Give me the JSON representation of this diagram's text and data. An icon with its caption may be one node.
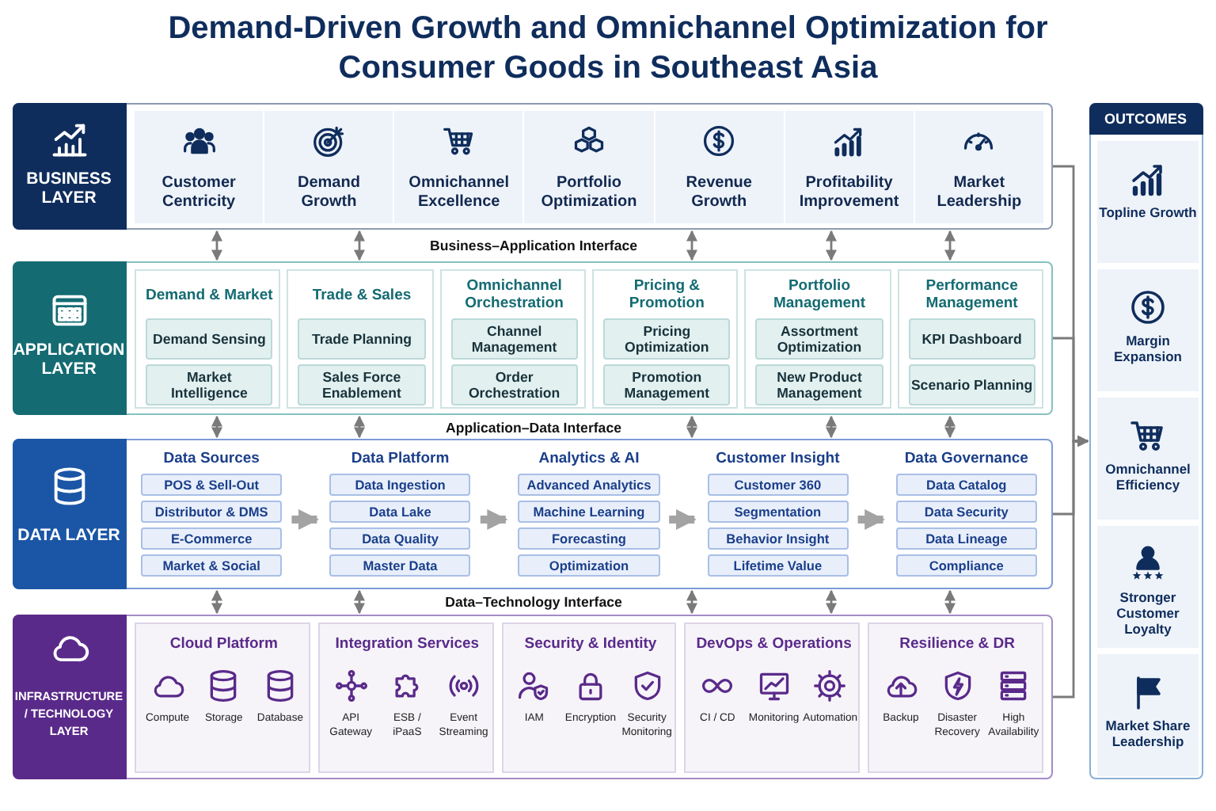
{
  "diagram": {
    "title": "Demand-Driven Growth and Omnichannel Optimization for Consumer Goods in Southeast Asia",
    "nodes": [
      {
        "text": [
          "BUSINESS LAYER"
        ]
      },
      {
        "text": [
          "Customer Centricity"
        ],
        "in": 0
      },
      {
        "text": [
          "Demand Growth"
        ],
        "in": 0
      },
      {
        "text": [
          "Omnichannel Excellence"
        ],
        "in": 0
      },
      {
        "text": [
          "Portfolio Optimization"
        ],
        "in": 0
      },
      {
        "text": [
          "Revenue Growth"
        ],
        "in": 0
      },
      {
        "text": [
          "Profitability Improvement"
        ],
        "in": 0
      },
      {
        "text": [
          "Market Leadership"
        ],
        "in": 0
      },
      {
        "text": [
          "APPLICATION LAYER"
        ]
      },
      {
        "text": [
          "Demand & Market"
        ],
        "in": 8
      },
      {
        "text": [
          "Demand Sensing"
        ],
        "in": 9
      },
      {
        "text": [
          "Market Intelligence"
        ],
        "in": 9
      },
      {
        "text": [
          "Trade & Sales"
        ],
        "in": 8
      },
      {
        "text": [
          "Trade Planning"
        ],
        "in": 12
      },
      {
        "text": [
          "Sales Force Enablement"
        ],
        "in": 12
      },
      {
        "text": [
          "Omnichannel Orchestration"
        ],
        "in": 8
      },
      {
        "text": [
          "Channel Management"
        ],
        "in": 15
      },
      {
        "text": [
          "Order Orchestration"
        ],
        "in": 15
      },
      {
        "text": [
          "Pricing & Promotion"
        ],
        "in": 8
      },
      {
        "text": [
          "Pricing Optimization"
        ],
        "in": 18
      },
      {
        "text": [
          "Promotion Management"
        ],
        "in": 18
      },
      {
        "text": [
          "Portfolio Management"
        ],
        "in": 8
      },
      {
        "text": [
          "Assortment Optimization"
        ],
        "in": 21
      },
      {
        "text": [
          "New Product Management"
        ],
        "in": 21
      },
      {
        "text": [
          "Performance Management"
        ],
        "in": 8
      },
      {
        "text": [
          "KPI Dashboard"
        ],
        "in": 24
      },
      {
        "text": [
          "Scenario Planning"
        ],
        "in": 24
      },
      {
        "text": [
          "DATA LAYER"
        ]
      },
      {
        "text": [
          "Data Sources"
        ],
        "in": 27
      },
      {
        "text": [
          "POS & Sell-Out"
        ],
        "in": 28
      },
      {
        "text": [
          "Distributor & DMS"
        ],
        "in": 28
      },
      {
        "text": [
          "E-Commerce"
        ],
        "in": 28
      },
      {
        "text": [
          "Market & Social"
        ],
        "in": 28
      },
      {
        "text": [
          "Data Platform"
        ],
        "in": 27
      },
      {
        "text": [
          "Data Ingestion"
        ],
        "in": 33
      },
      {
        "text": [
          "Data Lake"
        ],
        "in": 33
      },
      {
        "text": [
          "Data Quality"
        ],
        "in": 33
      },
      {
        "text": [
          "Master Data"
        ],
        "in": 33
      },
      {
        "text": [
          "Analytics & AI"
        ],
        "in": 27
      },
      {
        "text": [
          "Advanced Analytics"
        ],
        "in": 38
      },
      {
        "text": [
          "Machine Learning"
        ],
        "in": 38
      },
      {
        "text": [
          "Forecasting"
        ],
        "in": 38
      },
      {
        "text": [
          "Optimization"
        ],
        "in": 38
      },
      {
        "text": [
          "Customer Insight"
        ],
        "in": 27
      },
      {
        "text": [
          "Customer 360"
        ],
        "in": 43
      },
      {
        "text": [
          "Segmentation"
        ],
        "in": 43
      },
      {
        "text": [
          "Behavior Insight"
        ],
        "in": 43
      },
      {
        "text": [
          "Lifetime Value"
        ],
        "in": 43
      },
      {
        "text": [
          "Data Governance"
        ],
        "in": 27
      },
      {
        "text": [
          "Data Catalog"
        ],
        "in": 48
      },
      {
        "text": [
          "Data Security"
        ],
        "in": 48
      },
      {
        "text": [
          "Data Lineage"
        ],
        "in": 48
      },
      {
        "text": [
          "Compliance"
        ],
        "in": 48
      },
      {
        "text": [
          "INFRASTRUCTURE / TECHNOLOGY LAYER"
        ]
      },
      {
        "text": [
          "Cloud Platform"
        ],
        "in": 53
      },
      {
        "text": [
          "Compute"
        ],
        "in": 54
      },
      {
        "text": [
          "Storage"
        ],
        "in": 54
      },
      {
        "text": [
          "Database"
        ],
        "in": 54
      },
      {
        "text": [
          "Integration Services"
        ],
        "in": 53
      },
      {
        "text": [
          "API Gateway"
        ],
        "in": 58
      },
      {
        "text": [
          "ESB / iPaaS"
        ],
        "in": 58
      },
      {
        "text": [
          "Event Streaming"
        ],
        "in": 58
      },
      {
        "text": [
          "Security & Identity"
        ],
        "in": 53
      },
      {
        "text": [
          "IAM"
        ],
        "in": 62
      },
      {
        "text": [
          "Encryption"
        ],
        "in": 62
      },
      {
        "text": [
          "Security Monitoring"
        ],
        "in": 62
      },
      {
        "text": [
          "DevOps & Operations"
        ],
        "in": 53
      },
      {
        "text": [
          "CI / CD"
        ],
        "in": 66
      },
      {
        "text": [
          "Monitoring"
        ],
        "in": 66
      },
      {
        "text": [
          "Automation"
        ],
        "in": 66
      },
      {
        "text": [
          "Resilience & DR"
        ],
        "in": 53
      },
      {
        "text": [
          "Backup"
        ],
        "in": 70
      },
      {
        "text": [
          "Disaster Recovery"
        ],
        "in": 70
      },
      {
        "text": [
          "High Availability"
        ],
        "in": 70
      },
      {
        "text": [
          "OUTCOMES"
        ]
      },
      {
        "text": [
          "Topline Growth"
        ],
        "in": 74
      },
      {
        "text": [
          "Margin Expansion"
        ],
        "in": 74
      },
      {
        "text": [
          "Omnichannel Efficiency"
        ],
        "in": 74
      },
      {
        "text": [
          "Stronger Customer Loyalty"
        ],
        "in": 74
      },
      {
        "text": [
          "Market Share Leadership"
        ],
        "in": 74
      }
    ],
    "edges": [
      {
        "from": 0,
        "to": 8,
        "arrow": "both"
      },
      {
        "from": 0,
        "to": 8,
        "arrow": "both"
      },
      {
        "from": 0,
        "to": 8,
        "arrow": "both"
      },
      {
        "from": 0,
        "to": 8,
        "arrow": "both"
      },
      {
        "from": 0,
        "to": 8,
        "arrow": "both"
      },
      {
        "from": 8,
        "to": 27,
        "arrow": "both"
      },
      {
        "from": 8,
        "to": 27,
        "arrow": "both"
      },
      {
        "from": 8,
        "to": 27,
        "arrow": "both"
      },
      {
        "from": 8,
        "to": 27,
        "arrow": "both"
      },
      {
        "from": 8,
        "to": 27,
        "arrow": "both"
      },
      {
        "from": 27,
        "to": 53,
        "arrow": "both"
      },
      {
        "from": 27,
        "to": 53,
        "arrow": "both"
      },
      {
        "from": 27,
        "to": 53,
        "arrow": "both"
      },
      {
        "from": 27,
        "to": 53,
        "arrow": "both"
      },
      {
        "from": 27,
        "to": 53,
        "arrow": "both"
      },
      {
        "from": 28,
        "to": 33,
        "arrow": "to",
        "style": "thick"
      },
      {
        "from": 33,
        "to": 38,
        "arrow": "to",
        "style": "thick"
      },
      {
        "from": 38,
        "to": 43,
        "arrow": "to",
        "style": "thick"
      },
      {
        "from": 43,
        "to": 48,
        "arrow": "to",
        "style": "thick"
      },
      {
        "from": 0,
        "to": 74,
        "arrow": "to"
      },
      {
        "from": 8,
        "to": 74,
        "arrow": "to"
      },
      {
        "from": 27,
        "to": 74,
        "arrow": "to"
      },
      {
        "from": 53,
        "to": 74,
        "arrow": "to"
      }
    ],
    "labels": [
      "Business–Application Interface",
      "Application–Data Interface",
      "Data–Technology Interface"
    ]
  }
}
